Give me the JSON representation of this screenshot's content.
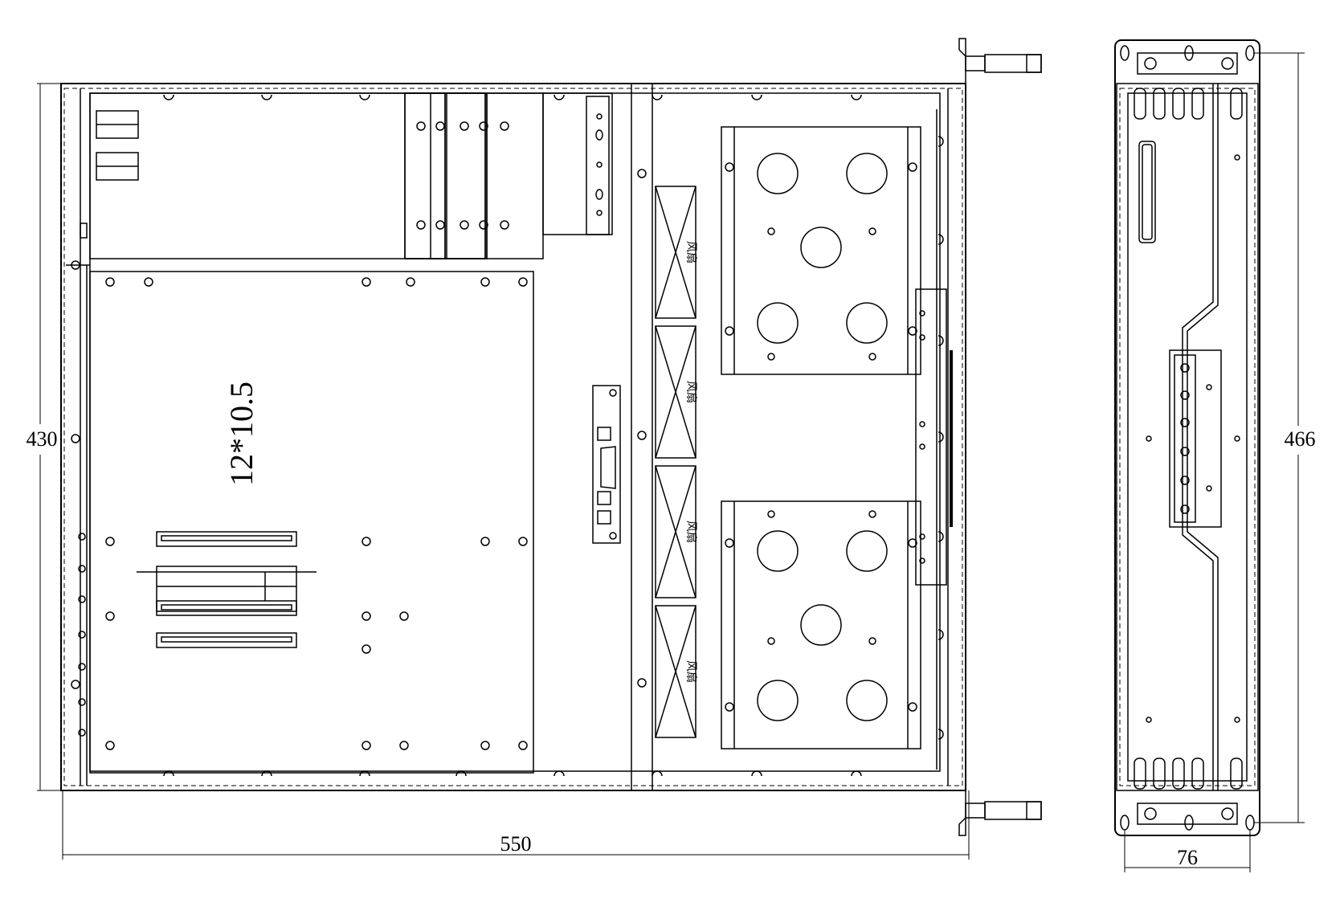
{
  "top_view": {
    "width_dim": "550",
    "depth_dim": "430",
    "board_label": "12*10.5",
    "fan_labels": [
      "风扇",
      "风扇",
      "风扇",
      "风扇"
    ]
  },
  "side_view": {
    "height_dim": "466",
    "width_dim": "76"
  }
}
